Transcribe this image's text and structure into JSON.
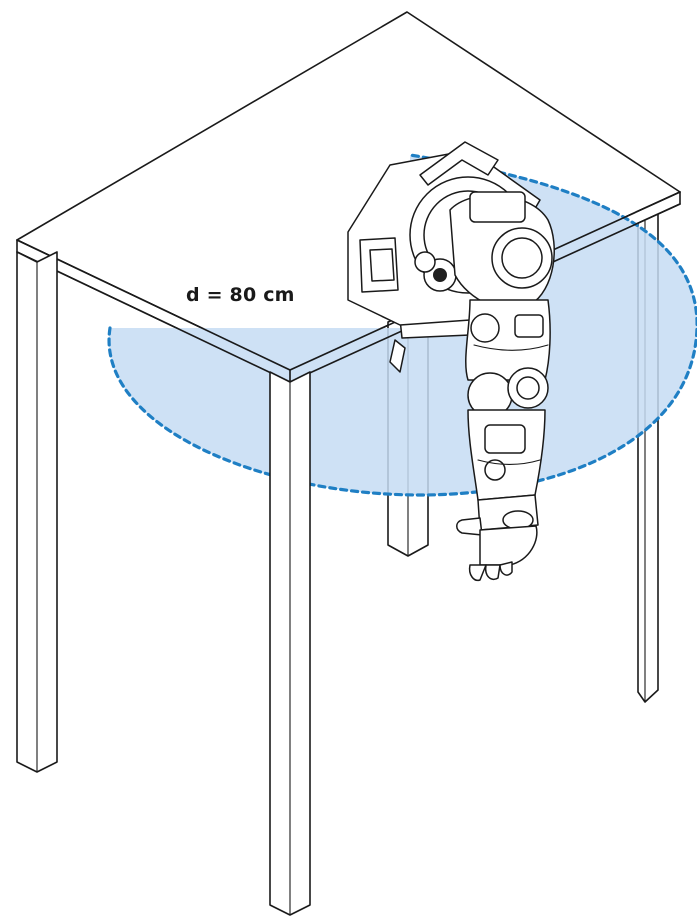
{
  "annotation": {
    "distance_label": "d = 80 cm"
  },
  "colors": {
    "reach_fill": "#c6dcf3",
    "reach_outline": "#1f7fc4",
    "line": "#1a1a1a"
  },
  "icons": [
    "table-drawing",
    "robot-arm-drawing",
    "reach-zone-ellipse"
  ]
}
